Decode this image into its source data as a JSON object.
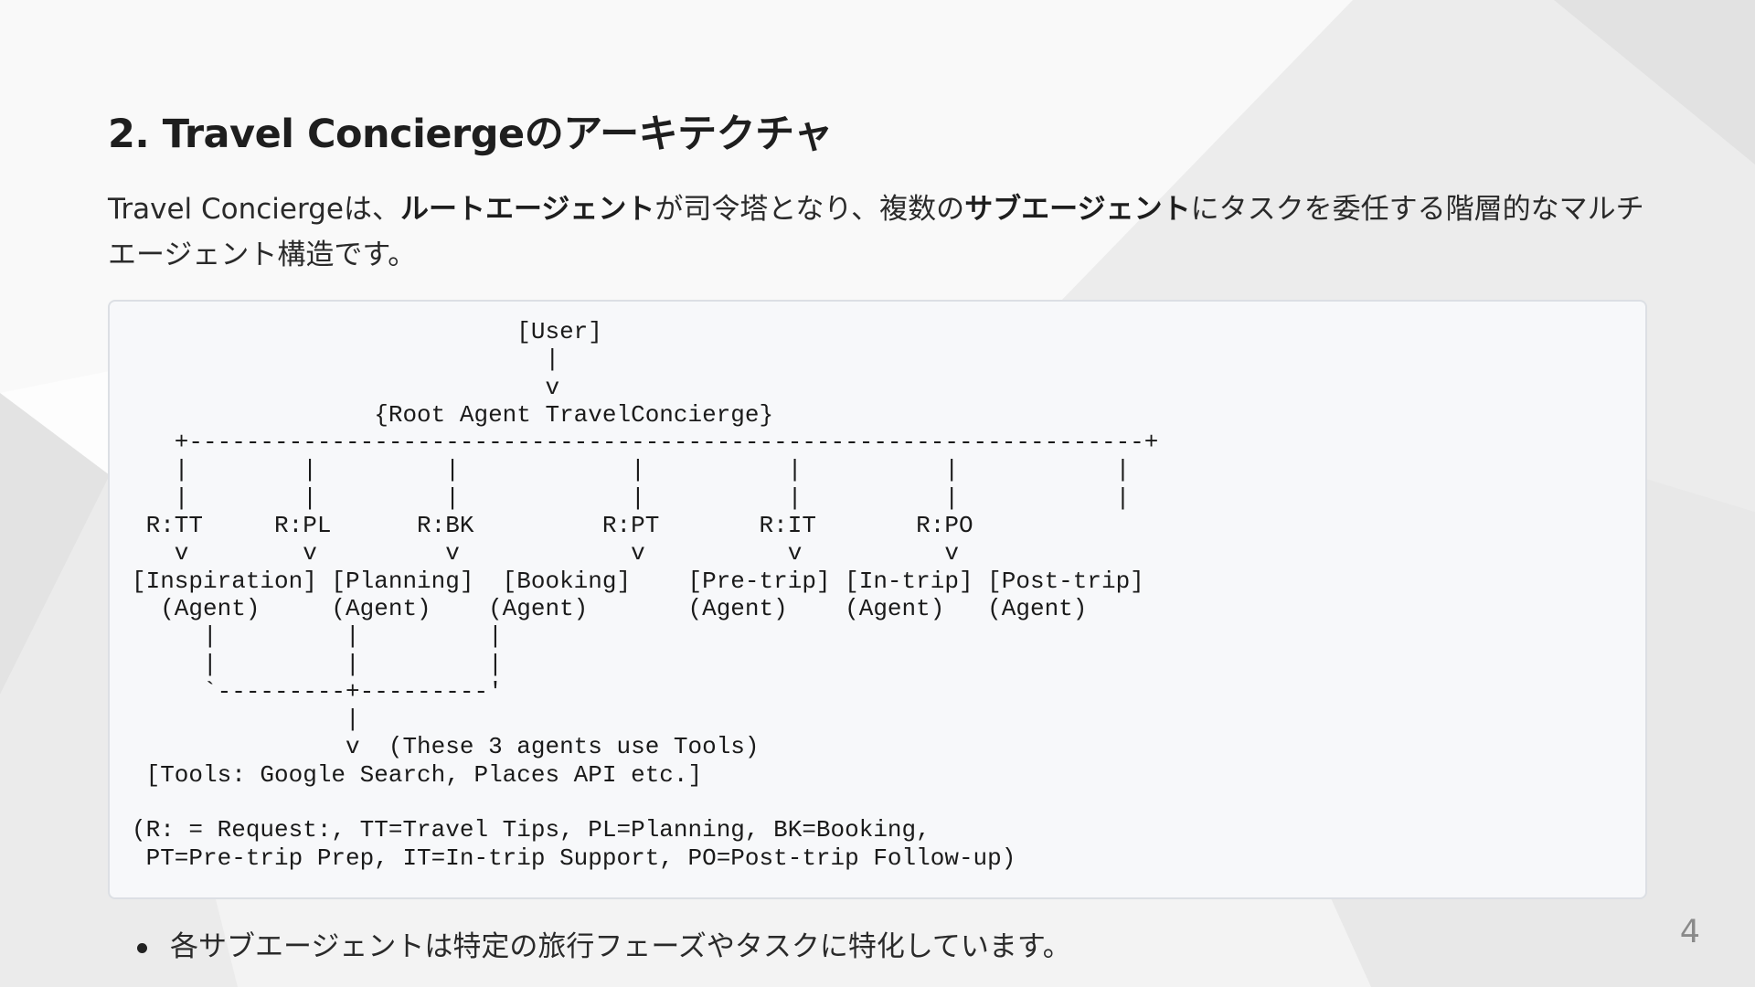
{
  "slide": {
    "title": "2. Travel Conciergeのアーキテクチャ",
    "intro": {
      "part1": "Travel Conciergeは、",
      "bold1": "ルートエージェント",
      "part2": "が司令塔となり、複数の",
      "bold2": "サブエージェント",
      "part3": "にタスクを委任する階層的なマルチエージェント構造です。"
    },
    "diagram_code": "                           [User]\n                             |\n                             v\n                 {Root Agent TravelConcierge}\n   +-------------------------------------------------------------------+\n   |        |         |            |          |          |           |\n   |        |         |            |          |          |           |\n R:TT     R:PL      R:BK         R:PT       R:IT       R:PO\n   v        v         v            v          v          v\n[Inspiration] [Planning]  [Booking]    [Pre-trip] [In-trip] [Post-trip]\n  (Agent)     (Agent)    (Agent)       (Agent)    (Agent)   (Agent)\n     |         |         |\n     |         |         |\n     `---------+---------'\n               |\n               v  (These 3 agents use Tools)\n [Tools: Google Search, Places API etc.]\n\n(R: = Request:, TT=Travel Tips, PL=Planning, BK=Booking,\n PT=Pre-trip Prep, IT=In-trip Support, PO=Post-trip Follow-up)",
    "bullets": [
      "各サブエージェントは特定の旅行フェーズやタスクに特化しています。"
    ],
    "page_number": "4"
  }
}
